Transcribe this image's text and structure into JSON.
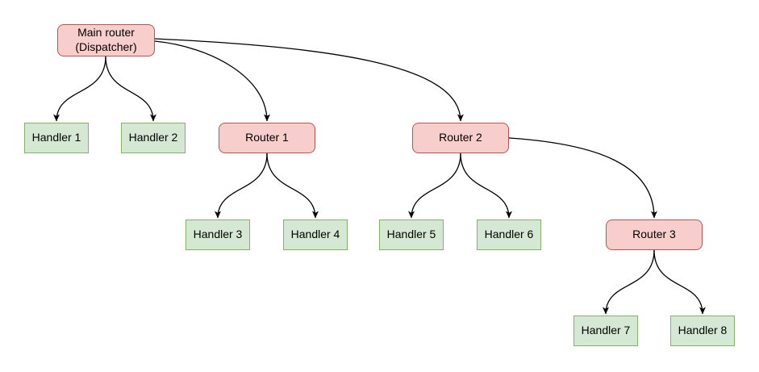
{
  "diagram": {
    "colors": {
      "router_fill": "#f8cecc",
      "router_border": "#b85450",
      "handler_fill": "#d5e8d4",
      "handler_border": "#82b366",
      "edge": "#000000"
    },
    "nodes": [
      {
        "id": "main-router",
        "label": "Main router\n(Dispatcher)",
        "type": "router"
      },
      {
        "id": "handler-1",
        "label": "Handler 1",
        "type": "handler"
      },
      {
        "id": "handler-2",
        "label": "Handler 2",
        "type": "handler"
      },
      {
        "id": "router-1",
        "label": "Router 1",
        "type": "router"
      },
      {
        "id": "router-2",
        "label": "Router 2",
        "type": "router"
      },
      {
        "id": "handler-3",
        "label": "Handler 3",
        "type": "handler"
      },
      {
        "id": "handler-4",
        "label": "Handler 4",
        "type": "handler"
      },
      {
        "id": "handler-5",
        "label": "Handler 5",
        "type": "handler"
      },
      {
        "id": "handler-6",
        "label": "Handler 6",
        "type": "handler"
      },
      {
        "id": "router-3",
        "label": "Router 3",
        "type": "router"
      },
      {
        "id": "handler-7",
        "label": "Handler 7",
        "type": "handler"
      },
      {
        "id": "handler-8",
        "label": "Handler 8",
        "type": "handler"
      }
    ],
    "edges": [
      {
        "from": "main-router",
        "to": "handler-1"
      },
      {
        "from": "main-router",
        "to": "handler-2"
      },
      {
        "from": "main-router",
        "to": "router-1"
      },
      {
        "from": "main-router",
        "to": "router-2"
      },
      {
        "from": "router-1",
        "to": "handler-3"
      },
      {
        "from": "router-1",
        "to": "handler-4"
      },
      {
        "from": "router-2",
        "to": "handler-5"
      },
      {
        "from": "router-2",
        "to": "handler-6"
      },
      {
        "from": "router-2",
        "to": "router-3"
      },
      {
        "from": "router-3",
        "to": "handler-7"
      },
      {
        "from": "router-3",
        "to": "handler-8"
      }
    ]
  }
}
